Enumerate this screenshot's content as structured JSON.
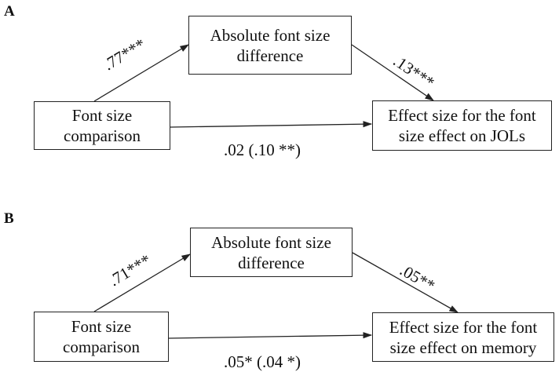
{
  "panels": [
    {
      "label": "A",
      "mediator": {
        "line1": "Absolute font size",
        "line2": "difference"
      },
      "predictor": {
        "line1": "Font size",
        "line2": "comparison"
      },
      "outcome": {
        "line1": "Effect size for the font",
        "line2": "size effect on JOLs"
      },
      "path_a": ".77***",
      "path_b": ".13***",
      "path_c": ".02 (.10 **)"
    },
    {
      "label": "B",
      "mediator": {
        "line1": "Absolute font size",
        "line2": "difference"
      },
      "predictor": {
        "line1": "Font size",
        "line2": "comparison"
      },
      "outcome": {
        "line1": "Effect size for the font",
        "line2": "size effect on memory"
      },
      "path_a": ".71***",
      "path_b": ".05**",
      "path_c": ".05* (.04 *)"
    }
  ]
}
